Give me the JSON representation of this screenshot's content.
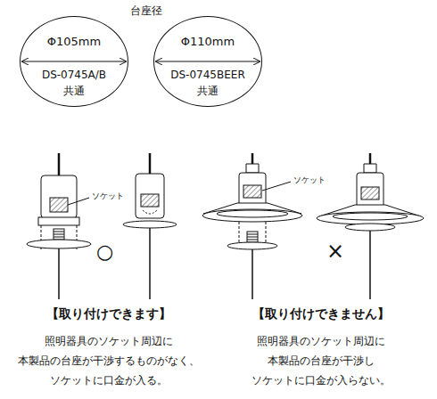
{
  "diagram": {
    "title": "台座径",
    "nodes": [
      {
        "text": [
          "Φ105mm",
          "DS-0745A/B 共通"
        ]
      },
      {
        "text": [
          "Φ110mm",
          "DS-0745BEER 共通"
        ]
      }
    ],
    "labels": [
      "ソケット",
      "○",
      "ソケット",
      "×",
      "【取り付けできます】",
      "照明器具のソケット周辺に 本製品の台座が干渉するものがなく、 ソケットに口金が入る。",
      "【取り付けできません】",
      "照明器具のソケット周辺に 本製品の台座が干渉し ソケットに口金が入らない。"
    ]
  }
}
